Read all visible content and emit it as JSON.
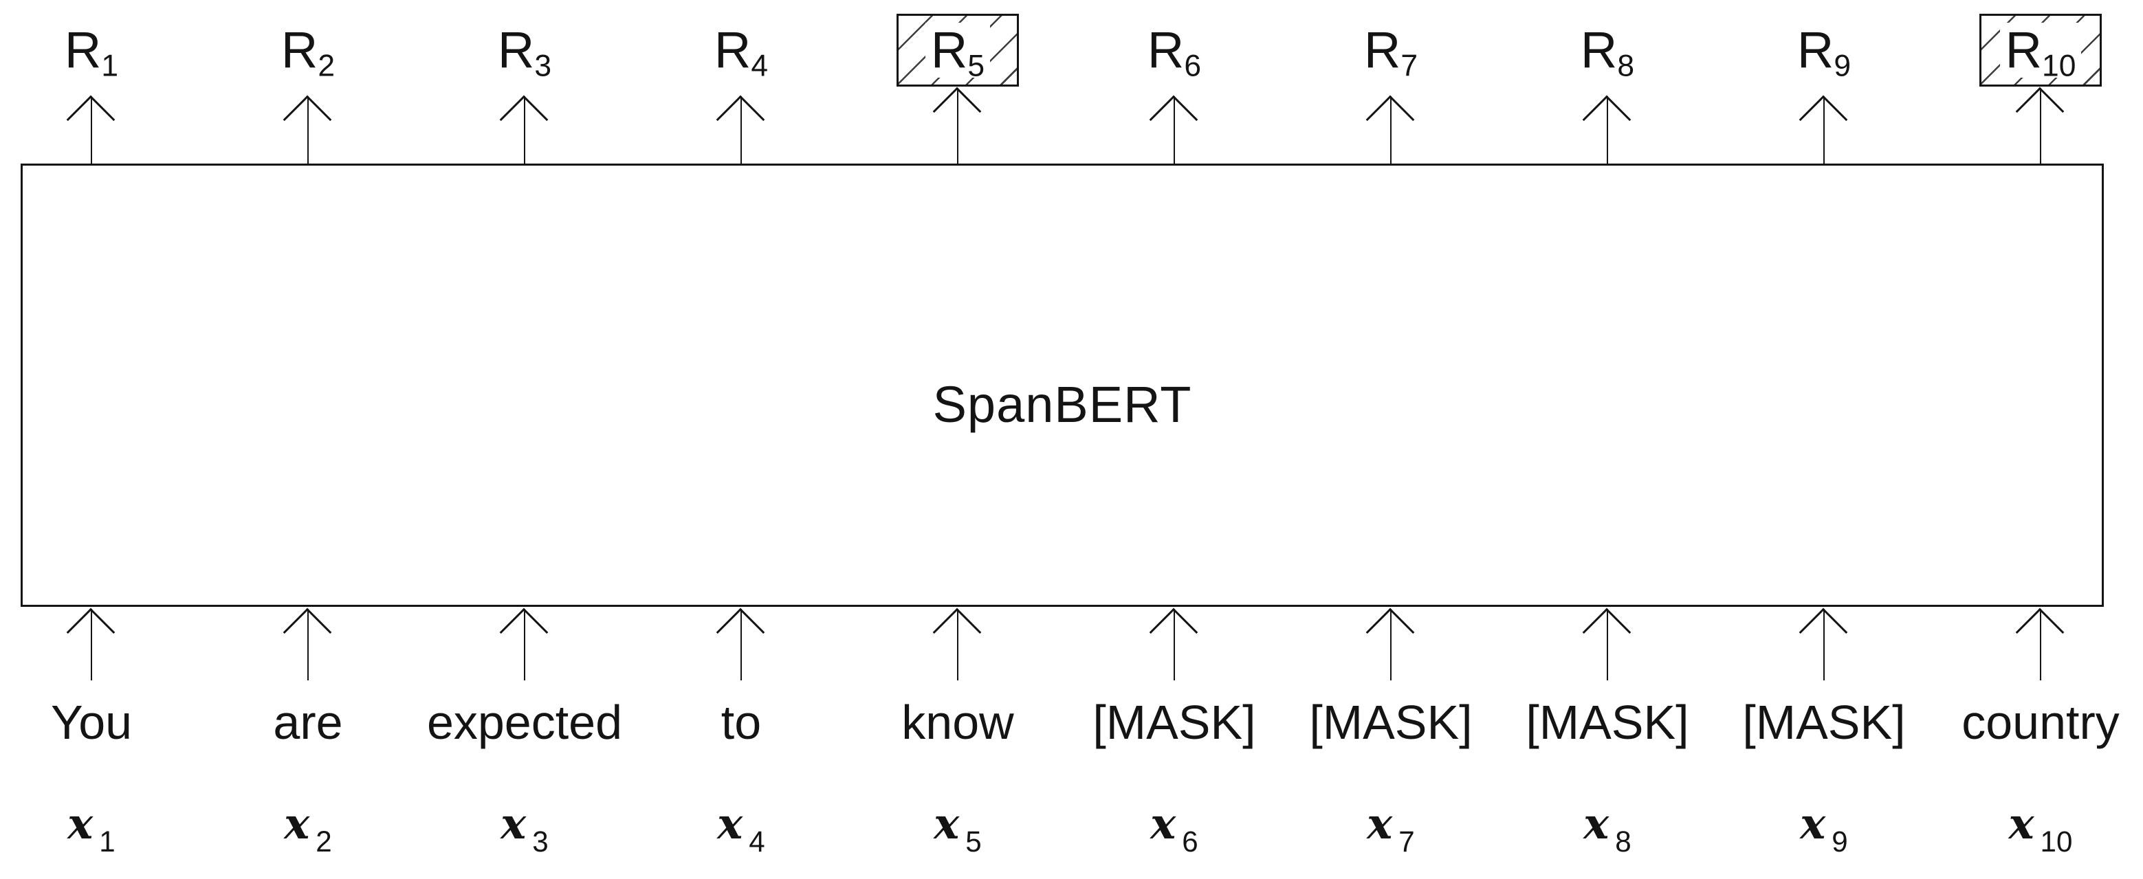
{
  "model_label": "SpanBERT",
  "colors": {
    "ink": "#141414",
    "background": "#ffffff"
  },
  "columns": [
    {
      "output_main": "R",
      "output_sub": "1",
      "token": "You",
      "input_main": "x",
      "input_sub": "1",
      "highlighted": false
    },
    {
      "output_main": "R",
      "output_sub": "2",
      "token": "are",
      "input_main": "x",
      "input_sub": "2",
      "highlighted": false
    },
    {
      "output_main": "R",
      "output_sub": "3",
      "token": "expected",
      "input_main": "x",
      "input_sub": "3",
      "highlighted": false
    },
    {
      "output_main": "R",
      "output_sub": "4",
      "token": "to",
      "input_main": "x",
      "input_sub": "4",
      "highlighted": false
    },
    {
      "output_main": "R",
      "output_sub": "5",
      "token": "know",
      "input_main": "x",
      "input_sub": "5",
      "highlighted": true
    },
    {
      "output_main": "R",
      "output_sub": "6",
      "token": "[MASK]",
      "input_main": "x",
      "input_sub": "6",
      "highlighted": false
    },
    {
      "output_main": "R",
      "output_sub": "7",
      "token": "[MASK]",
      "input_main": "x",
      "input_sub": "7",
      "highlighted": false
    },
    {
      "output_main": "R",
      "output_sub": "8",
      "token": "[MASK]",
      "input_main": "x",
      "input_sub": "8",
      "highlighted": false
    },
    {
      "output_main": "R",
      "output_sub": "9",
      "token": "[MASK]",
      "input_main": "x",
      "input_sub": "9",
      "highlighted": false
    },
    {
      "output_main": "R",
      "output_sub": "10",
      "token": "country",
      "input_main": "x",
      "input_sub": "10",
      "highlighted": true
    }
  ]
}
